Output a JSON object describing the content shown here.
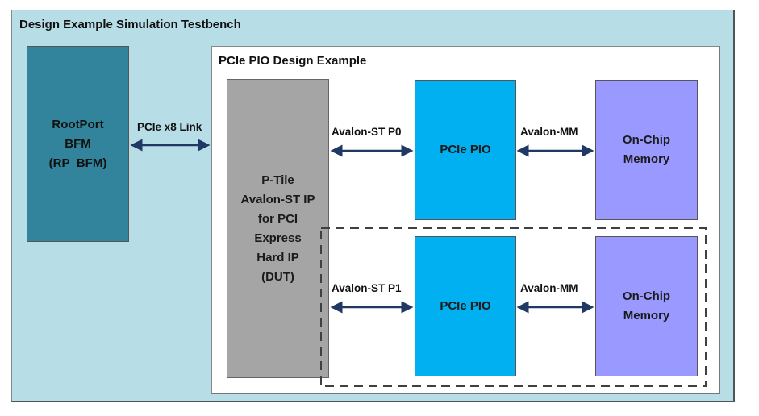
{
  "testbench": {
    "title": "Design Example Simulation Testbench"
  },
  "rootport": {
    "label": "RootPort\nBFM\n(RP_BFM)"
  },
  "link": {
    "label": "PCIe x8 Link"
  },
  "design_example": {
    "title": "PCIe PIO Design Example"
  },
  "dut": {
    "label": "P-Tile\nAvalon-ST IP\nfor PCI\nExpress\nHard IP\n(DUT)"
  },
  "port0": {
    "st_label": "Avalon-ST P0",
    "pio_label": "PCIe PIO",
    "mm_label": "Avalon-MM",
    "mem_label": "On-Chip\nMemory"
  },
  "port1": {
    "st_label": "Avalon-ST P1",
    "pio_label": "PCIe PIO",
    "mm_label": "Avalon-MM",
    "mem_label": "On-Chip\nMemory"
  },
  "colors": {
    "testbench_bg": "#b7dde7",
    "rootport": "#31849b",
    "dut": "#a5a5a5",
    "pio": "#00b0f0",
    "memory": "#9999ff",
    "arrow": "#1f3864"
  }
}
